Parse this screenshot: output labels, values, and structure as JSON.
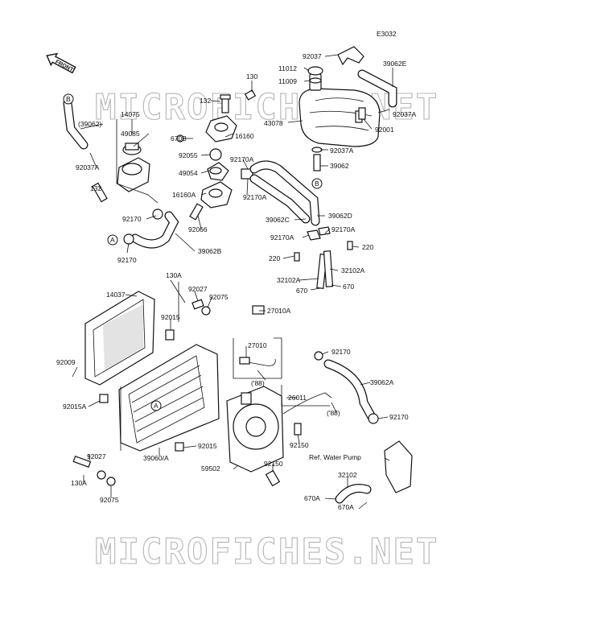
{
  "diagram_code": "E3032",
  "front_label": "FRONT",
  "watermark": "MICROFICHES.NET",
  "ref_labels": {
    "b_top": "B",
    "b_bottom": "B",
    "a_left": "A",
    "a_radiator": "A"
  },
  "labels": [
    {
      "id": "p92037",
      "text": "92037"
    },
    {
      "id": "p11012",
      "text": "11012"
    },
    {
      "id": "p11009",
      "text": "11009"
    },
    {
      "id": "p39062E",
      "text": "39062E"
    },
    {
      "id": "p130",
      "text": "130"
    },
    {
      "id": "p132a",
      "text": "132"
    },
    {
      "id": "p14075",
      "text": "14075"
    },
    {
      "id": "p39062paren",
      "text": "(39062)"
    },
    {
      "id": "p49085",
      "text": "49085"
    },
    {
      "id": "p92037A_l",
      "text": "92037A"
    },
    {
      "id": "p16160",
      "text": "16160"
    },
    {
      "id": "p43078",
      "text": "43078"
    },
    {
      "id": "p92001",
      "text": "92001"
    },
    {
      "id": "p92037A_r1",
      "text": "92037A"
    },
    {
      "id": "p670B",
      "text": "670B"
    },
    {
      "id": "p92037A_r2",
      "text": "92037A"
    },
    {
      "id": "p92055",
      "text": "92055"
    },
    {
      "id": "p92170A_1",
      "text": "92170A"
    },
    {
      "id": "p39062",
      "text": "39062"
    },
    {
      "id": "p49054",
      "text": "49054"
    },
    {
      "id": "p132b",
      "text": "132"
    },
    {
      "id": "p16160A",
      "text": "16160A"
    },
    {
      "id": "p92170A_2",
      "text": "92170A"
    },
    {
      "id": "p92170_1",
      "text": "92170"
    },
    {
      "id": "p39062C",
      "text": "39062C"
    },
    {
      "id": "p39062D",
      "text": "39062D"
    },
    {
      "id": "p92066",
      "text": "92066"
    },
    {
      "id": "p92170A_3",
      "text": "92170A"
    },
    {
      "id": "p92170A_4",
      "text": "92170A"
    },
    {
      "id": "p220a",
      "text": "220"
    },
    {
      "id": "p39062B",
      "text": "39062B"
    },
    {
      "id": "p92170_2",
      "text": "92170"
    },
    {
      "id": "p220b",
      "text": "220"
    },
    {
      "id": "p32102A_1",
      "text": "32102A"
    },
    {
      "id": "p32102A_2",
      "text": "32102A"
    },
    {
      "id": "p130A_1",
      "text": "130A"
    },
    {
      "id": "p670a",
      "text": "670"
    },
    {
      "id": "p670b",
      "text": "670"
    },
    {
      "id": "p14037",
      "text": "14037"
    },
    {
      "id": "p92027_1",
      "text": "92027"
    },
    {
      "id": "p92075_1",
      "text": "92075"
    },
    {
      "id": "p27010A",
      "text": "27010A"
    },
    {
      "id": "p92015_1",
      "text": "92015"
    },
    {
      "id": "p27010",
      "text": "27010"
    },
    {
      "id": "p92009",
      "text": "92009"
    },
    {
      "id": "p92170_3",
      "text": "92170"
    },
    {
      "id": "p88a",
      "text": "('88)"
    },
    {
      "id": "p39062A",
      "text": "39062A"
    },
    {
      "id": "p26011",
      "text": "26011"
    },
    {
      "id": "p92015A",
      "text": "92015A"
    },
    {
      "id": "p88b",
      "text": "('88)"
    },
    {
      "id": "p92170_4",
      "text": "92170"
    },
    {
      "id": "p92015_2",
      "text": "92015"
    },
    {
      "id": "p39060A",
      "text": "39060/A"
    },
    {
      "id": "p92150_1",
      "text": "92150"
    },
    {
      "id": "p92027_2",
      "text": "92027"
    },
    {
      "id": "pRef",
      "text": "Ref. Water Pump"
    },
    {
      "id": "p92150_2",
      "text": "92150"
    },
    {
      "id": "p59502",
      "text": "59502"
    },
    {
      "id": "p130A_2",
      "text": "130A"
    },
    {
      "id": "p32102",
      "text": "32102"
    },
    {
      "id": "p92075_2",
      "text": "92075"
    },
    {
      "id": "p670A_1",
      "text": "670A"
    },
    {
      "id": "p670A_2",
      "text": "670A"
    }
  ]
}
